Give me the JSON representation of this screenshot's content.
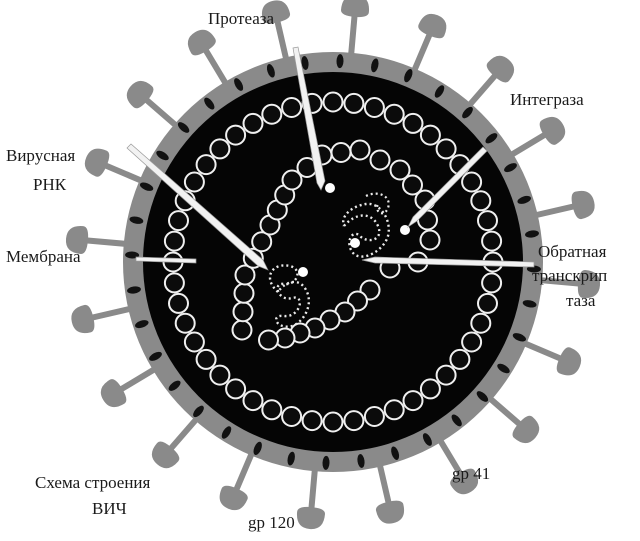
{
  "labels": {
    "protease": "Протеаза",
    "integrase": "Интеграза",
    "viral_rna_line1": "Вирусная",
    "viral_rna_line2": "РНК",
    "membrane": "Мембрана",
    "reverse_transcriptase_line1": "Обратная",
    "reverse_transcriptase_line2": "транскрип",
    "reverse_transcriptase_line3": "таза",
    "gp41": "gp 41",
    "gp120": "gp 120",
    "caption_line1": "Схема строения",
    "caption_line2": "ВИЧ"
  },
  "colors": {
    "envelope": "#8a8a8a",
    "core": "#050505",
    "capsomere": "#0b0b0b",
    "capsomere_stroke": "#f0f0f0",
    "pointer": "#f2f2f2",
    "spike": "#8a8a8a"
  }
}
